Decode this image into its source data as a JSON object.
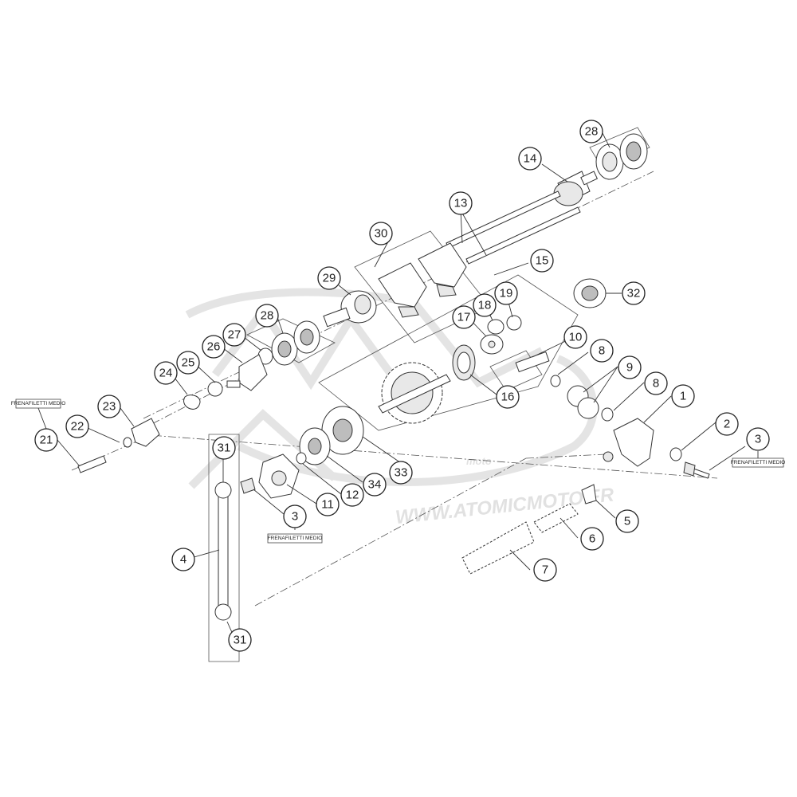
{
  "watermark": {
    "brand": "moto",
    "url": "WWW.ATOMICMOTO.FR"
  },
  "tags": {
    "thread_lock": "FRENAFILETTI MEDIO"
  },
  "callouts": [
    {
      "id": "c1",
      "label": "1"
    },
    {
      "id": "c2",
      "label": "2"
    },
    {
      "id": "c3a",
      "label": "3"
    },
    {
      "id": "c3b",
      "label": "3"
    },
    {
      "id": "c4",
      "label": "4"
    },
    {
      "id": "c5",
      "label": "5"
    },
    {
      "id": "c6",
      "label": "6"
    },
    {
      "id": "c7",
      "label": "7"
    },
    {
      "id": "c8a",
      "label": "8"
    },
    {
      "id": "c8b",
      "label": "8"
    },
    {
      "id": "c9",
      "label": "9"
    },
    {
      "id": "c10",
      "label": "10"
    },
    {
      "id": "c11",
      "label": "11"
    },
    {
      "id": "c12",
      "label": "12"
    },
    {
      "id": "c13",
      "label": "13"
    },
    {
      "id": "c14",
      "label": "14"
    },
    {
      "id": "c15",
      "label": "15"
    },
    {
      "id": "c16",
      "label": "16"
    },
    {
      "id": "c17",
      "label": "17"
    },
    {
      "id": "c18",
      "label": "18"
    },
    {
      "id": "c19",
      "label": "19"
    },
    {
      "id": "c21",
      "label": "21"
    },
    {
      "id": "c22",
      "label": "22"
    },
    {
      "id": "c23",
      "label": "23"
    },
    {
      "id": "c24",
      "label": "24"
    },
    {
      "id": "c25",
      "label": "25"
    },
    {
      "id": "c26",
      "label": "26"
    },
    {
      "id": "c27",
      "label": "27"
    },
    {
      "id": "c28a",
      "label": "28"
    },
    {
      "id": "c28b",
      "label": "28"
    },
    {
      "id": "c29",
      "label": "29"
    },
    {
      "id": "c30",
      "label": "30"
    },
    {
      "id": "c31a",
      "label": "31"
    },
    {
      "id": "c31b",
      "label": "31"
    },
    {
      "id": "c32",
      "label": "32"
    },
    {
      "id": "c33",
      "label": "33"
    },
    {
      "id": "c34",
      "label": "34"
    }
  ]
}
